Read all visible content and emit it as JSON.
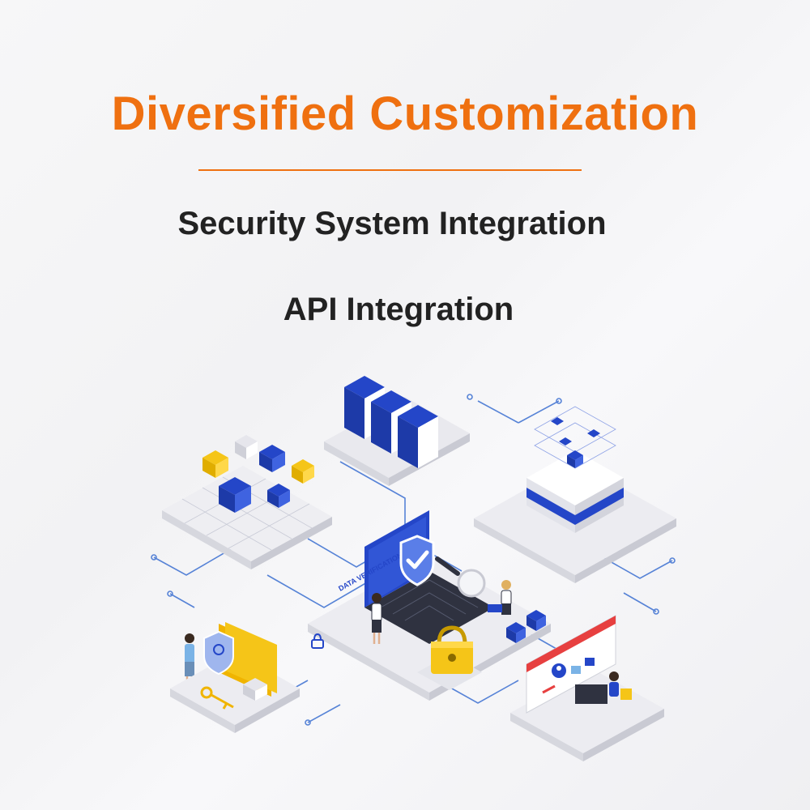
{
  "header": {
    "title": "Diversified Customization",
    "subtitles": [
      "Security System Integration",
      "API Integration"
    ]
  },
  "illustration": {
    "verification_label": "DATA VERIFICATION",
    "icons": [
      "server-stack-icon",
      "cube-grid-icon",
      "database-icon",
      "laptop-icon",
      "shield-check-icon",
      "padlock-icon",
      "folder-icon",
      "key-icon",
      "browser-window-icon",
      "person-icon"
    ]
  },
  "colors": {
    "accent": "#ef7010",
    "text": "#222222",
    "blue": "#2446c8",
    "yellow": "#f5c518",
    "circuit": "#3b6fd1"
  }
}
